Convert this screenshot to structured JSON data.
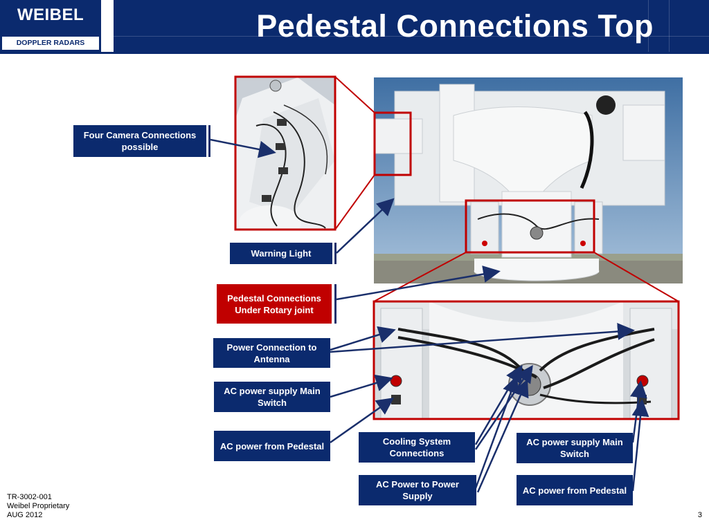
{
  "header": {
    "logo_name": "WEIBEL",
    "logo_sub": "DOPPLER RADARS",
    "title": "Pedestal Connections Top"
  },
  "labels": {
    "camera": "Four Camera Connections possible",
    "warning_light": "Warning Light",
    "pedestal_rotary": "Pedestal Connections Under Rotary joint",
    "power_antenna": "Power Connection to Antenna",
    "ac_main_left": "AC power supply Main Switch",
    "ac_from_left": "AC power from Pedestal",
    "cooling": "Cooling System Connections",
    "ac_power_supply": "AC Power to Power Supply",
    "ac_main_right": "AC power supply Main Switch",
    "ac_from_right": "AC power from Pedestal"
  },
  "footer": {
    "doc_id": "TR-3002-001",
    "proprietary": "Weibel Proprietary",
    "date": "AUG 2012",
    "page_number": "3"
  },
  "colors": {
    "brand_navy": "#0b2a6e",
    "highlight_red": "#c00000",
    "arrow_navy": "#1a2f6b"
  }
}
